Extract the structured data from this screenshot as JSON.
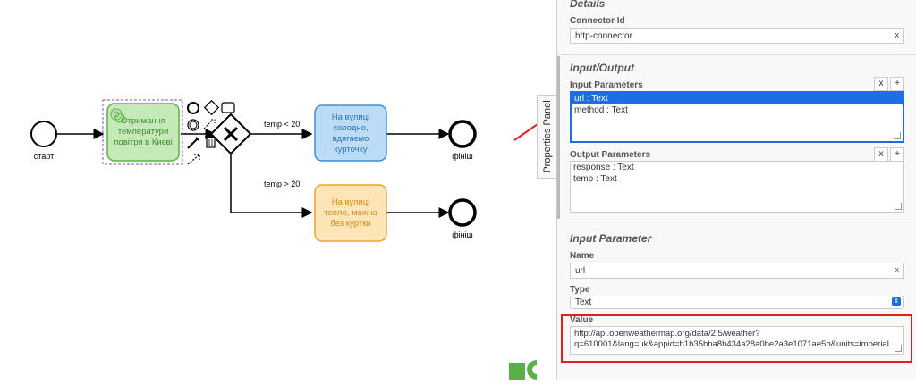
{
  "diagram": {
    "start_label": "старт",
    "task1_label": [
      "Отримання",
      "температури",
      "повітря в Києві"
    ],
    "condition_cold": "temp < 20",
    "condition_warm": "temp > 20",
    "task_cold": [
      "На вулиці",
      "холодно,",
      "вдягаємо",
      "курточку"
    ],
    "task_warm": [
      "На вулиці",
      "тепло, можна",
      "без куртки"
    ],
    "end_label_1": "фініш",
    "end_label_2": "фініш"
  },
  "tab": {
    "label": "Properties Panel"
  },
  "panel": {
    "details": {
      "title": "Details",
      "connector_id_label": "Connector Id",
      "connector_id_value": "http-connector"
    },
    "io": {
      "title": "Input/Output",
      "input_params_label": "Input Parameters",
      "input_params": [
        "url : Text",
        "method : Text"
      ],
      "output_params_label": "Output Parameters",
      "output_params": [
        "response : Text",
        "temp : Text"
      ],
      "remove_symbol": "x",
      "add_symbol": "+"
    },
    "input_parameter": {
      "title": "Input Parameter",
      "name_label": "Name",
      "name_value": "url",
      "type_label": "Type",
      "type_value": "Text",
      "value_label": "Value",
      "value_lines": [
        "http://api.openweathermap.org/data/2.5/weather?",
        "q=610001&lang=uk&appid=b1b35bba8b434a28a0be2a3e1071ae5b&units=imperial"
      ]
    },
    "clear_symbol": "x"
  },
  "colors": {
    "task_green_fill": "#c6e9b9",
    "task_green_stroke": "#5ab044",
    "task_blue_fill": "#bcdcf6",
    "task_blue_stroke": "#3c8ed6",
    "task_orange_fill": "#fde5b8",
    "task_orange_stroke": "#f0a030",
    "selection_blue": "#1c6ee6",
    "highlight_red": "#e02020"
  }
}
